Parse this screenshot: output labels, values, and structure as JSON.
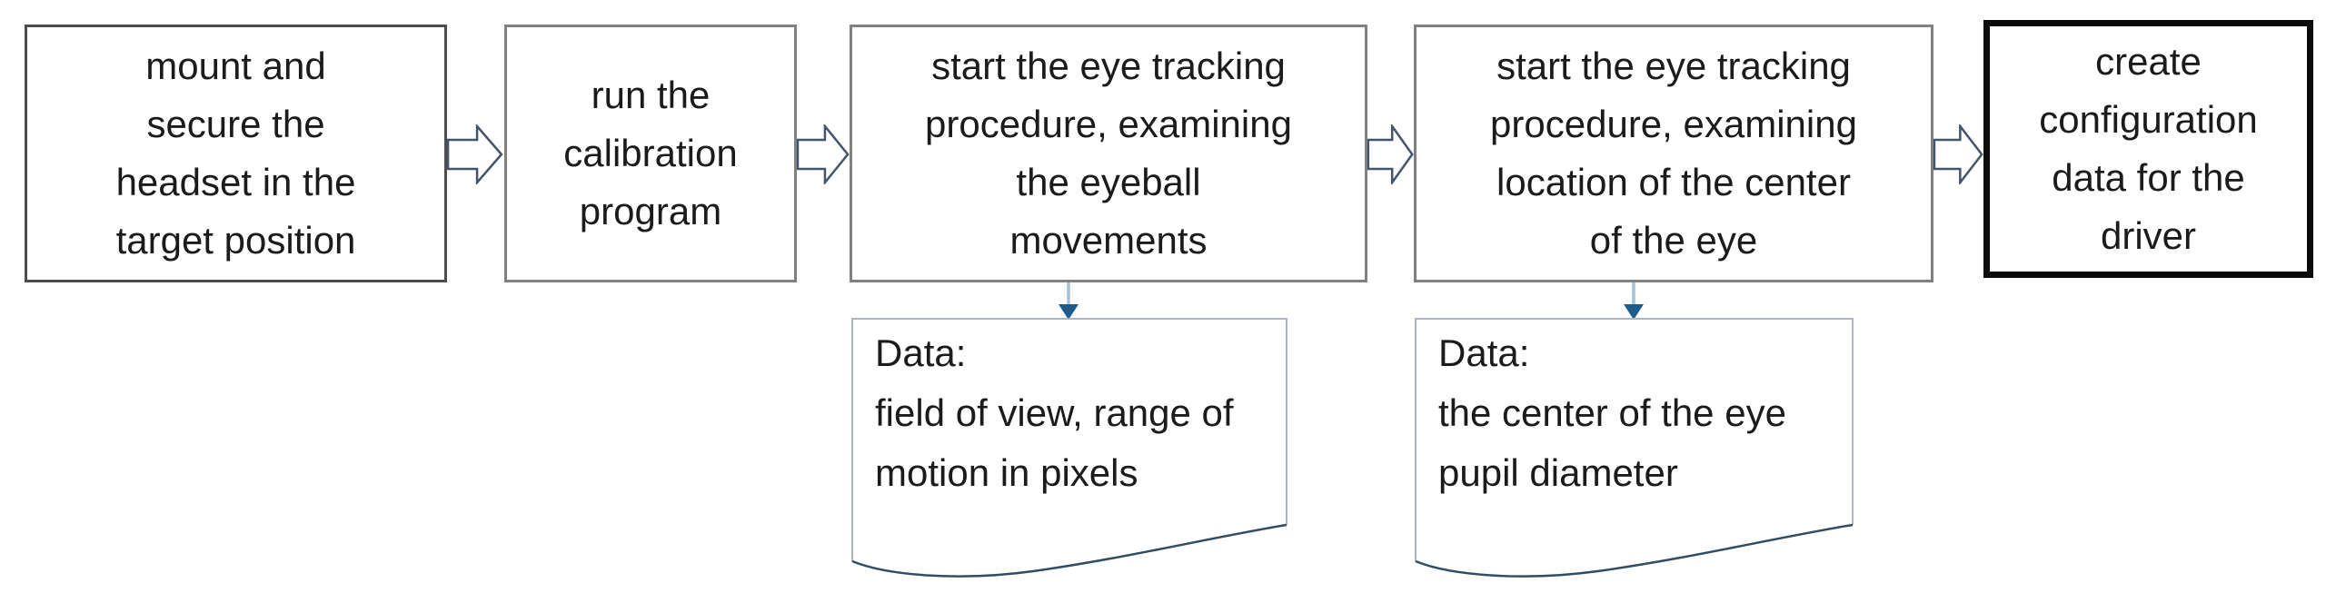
{
  "diagram": {
    "title": "eye tracking headset configuration flowchart",
    "steps": [
      {
        "label": "mount and\nsecure the\nheadset in the\ntarget position"
      },
      {
        "label": "run the\ncalibration\nprogram"
      },
      {
        "label": "start the eye tracking\nprocedure, examining\nthe eyeball\nmovements"
      },
      {
        "label": "start the eye tracking\nprocedure, examining\nlocation of the center\nof the eye"
      },
      {
        "label": "create\nconfiguration\ndata for the\ndriver"
      }
    ],
    "documents": [
      {
        "label": "Data:\nfield of view, range of\nmotion in pixels"
      },
      {
        "label": "Data:\nthe center of the eye\npupil diameter"
      }
    ],
    "colors": {
      "bg": "#ffffff",
      "text-color": "#1b1b1b",
      "step-border": "#808080",
      "step1-border": "#4d4d4d",
      "step5-border": "#0b0b0b",
      "flow-arrow-fill": "#ffffff",
      "flow-arrow-outline": "#44546a",
      "connector-line": "#a5c3da",
      "connector-head": "#1d5c8c",
      "document-border": "#a9b6c3",
      "document-wave": "#2f4d66"
    }
  }
}
